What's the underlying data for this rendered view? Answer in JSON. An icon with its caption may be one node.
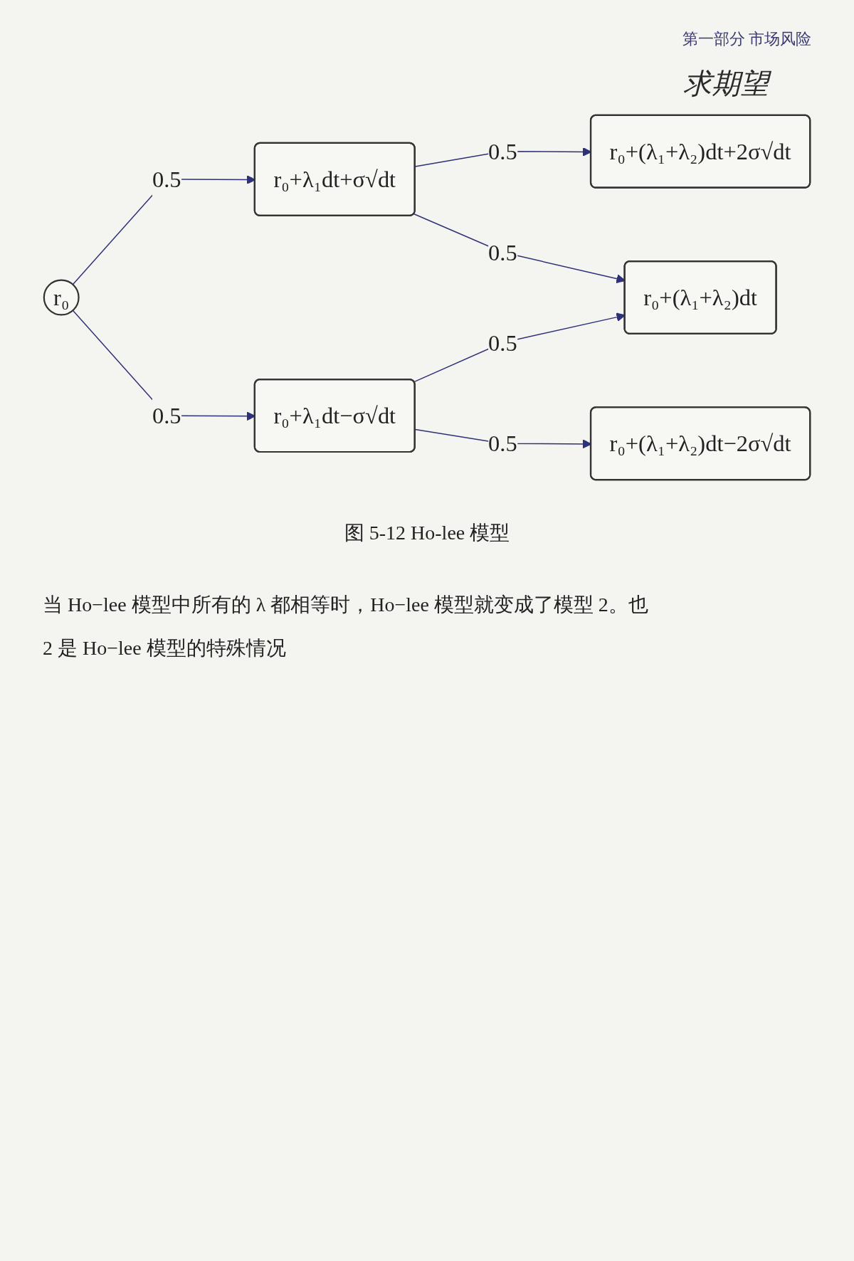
{
  "diagram": {
    "caption": "图 5-12 Ho-lee 模型",
    "nodes": [
      {
        "text": [
          "r₀"
        ]
      },
      {
        "text": [
          "r₀+λ₁dt+σ√dt"
        ]
      },
      {
        "text": [
          "r₀+λ₁dt−σ√dt"
        ]
      },
      {
        "text": [
          "r₀+(λ₁+λ₂)dt+2σ√dt"
        ]
      },
      {
        "text": [
          "r₀+(λ₁+λ₂)dt"
        ]
      },
      {
        "text": [
          "r₀+(λ₁+λ₂)dt−2σ√dt"
        ]
      }
    ],
    "edges": [
      {
        "from": 0,
        "to": 1,
        "arrow": "to",
        "label": "0.5"
      },
      {
        "from": 0,
        "to": 2,
        "arrow": "to",
        "label": "0.5"
      },
      {
        "from": 1,
        "to": 3,
        "arrow": "to",
        "label": "0.5"
      },
      {
        "from": 1,
        "to": 4,
        "arrow": "to",
        "label": "0.5"
      },
      {
        "from": 2,
        "to": 4,
        "arrow": "to",
        "label": "0.5"
      },
      {
        "from": 2,
        "to": 5,
        "arrow": "to",
        "label": "0.5"
      }
    ],
    "labels": [
      "第一部分 市场风险",
      "求期望",
      "当 Ho−lee 模型中所有的 λ 都相等时，Ho−lee 模型就变成了模型 2。也",
      "2 是 Ho−lee 模型的特殊情况"
    ]
  }
}
